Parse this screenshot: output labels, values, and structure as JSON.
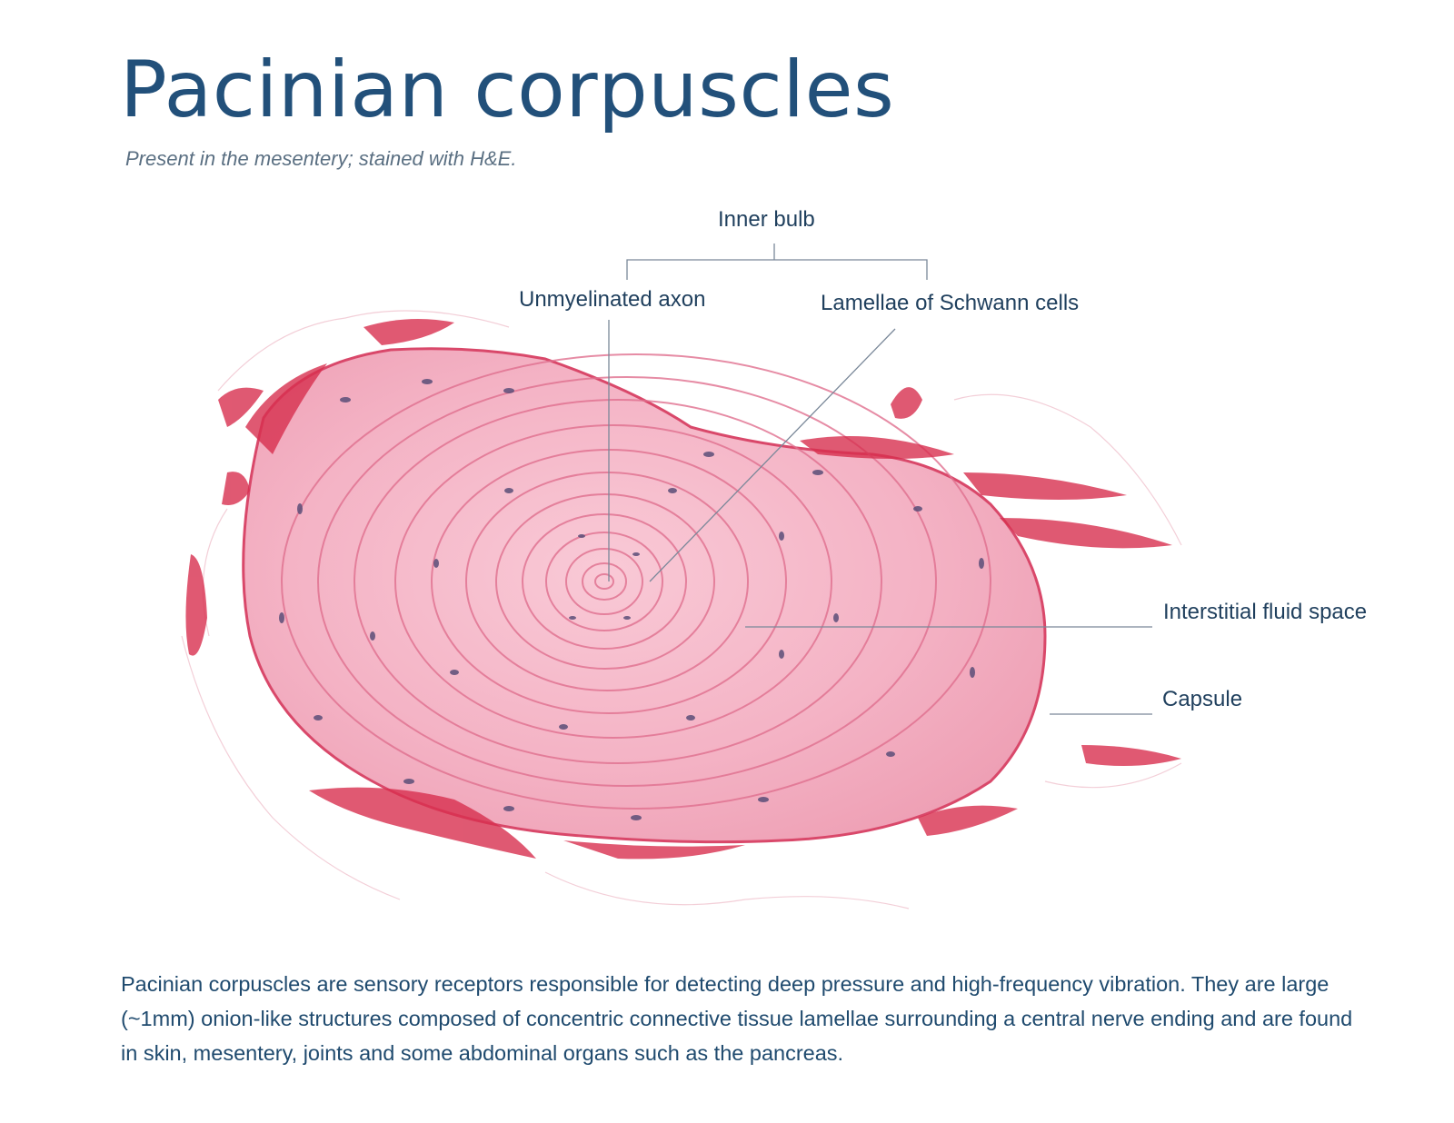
{
  "title": "Pacinian corpuscles",
  "subtitle": "Present in the mesentery; stained with H&E.",
  "labels": {
    "inner_bulb": "Inner bulb",
    "axon": "Unmyelinated axon",
    "lamellae": "Lamellae of Schwann cells",
    "fluid": "Interstitial fluid space",
    "capsule": "Capsule"
  },
  "description": "Pacinian corpuscles are sensory receptors responsible for detecting deep pressure and high-frequency vibration. They are large (~1mm) onion-like structures composed of concentric connective tissue lamellae surrounding a central nerve ending and are found in skin, mesentery, joints and some abdominal organs such as the pancreas.",
  "colors": {
    "title": "#22507a",
    "tissue_pink": "#f2a9bd",
    "tissue_red": "#d8304f",
    "nuclei": "#5a4e78",
    "leader_line": "#7a8899"
  }
}
